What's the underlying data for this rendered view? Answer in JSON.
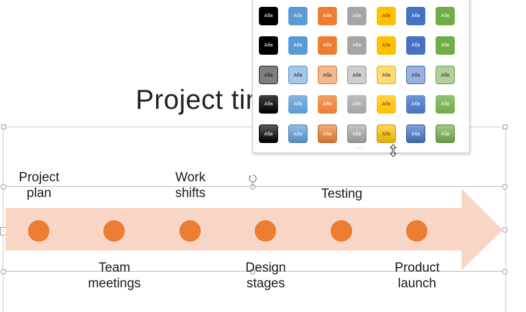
{
  "slide": {
    "title": "Project timeline"
  },
  "timeline": {
    "arrow_color": "#f8d5c5",
    "dot_color": "#ed7d31",
    "milestones_top": [
      {
        "label": "Project\nplan"
      },
      {
        "label": "Work\nshifts"
      },
      {
        "label": "Testing"
      }
    ],
    "milestones_bottom": [
      {
        "label": "Team\nmeetings"
      },
      {
        "label": "Design\nstages"
      },
      {
        "label": "Product\nlaunch"
      }
    ]
  },
  "style_gallery": {
    "swatch_text": "Абв",
    "grip": "....",
    "columns": [
      {
        "color": "#000000",
        "name": "black"
      },
      {
        "color": "#5b9bd5",
        "name": "blue"
      },
      {
        "color": "#ed7d31",
        "name": "orange"
      },
      {
        "color": "#a5a5a5",
        "name": "gray"
      },
      {
        "color": "#ffc000",
        "name": "gold"
      },
      {
        "color": "#4472c4",
        "name": "dark-blue"
      },
      {
        "color": "#70ad47",
        "name": "green"
      }
    ],
    "rows": [
      "solid-dark",
      "solid-fill",
      "light-fill",
      "gradient",
      "bevel"
    ]
  }
}
